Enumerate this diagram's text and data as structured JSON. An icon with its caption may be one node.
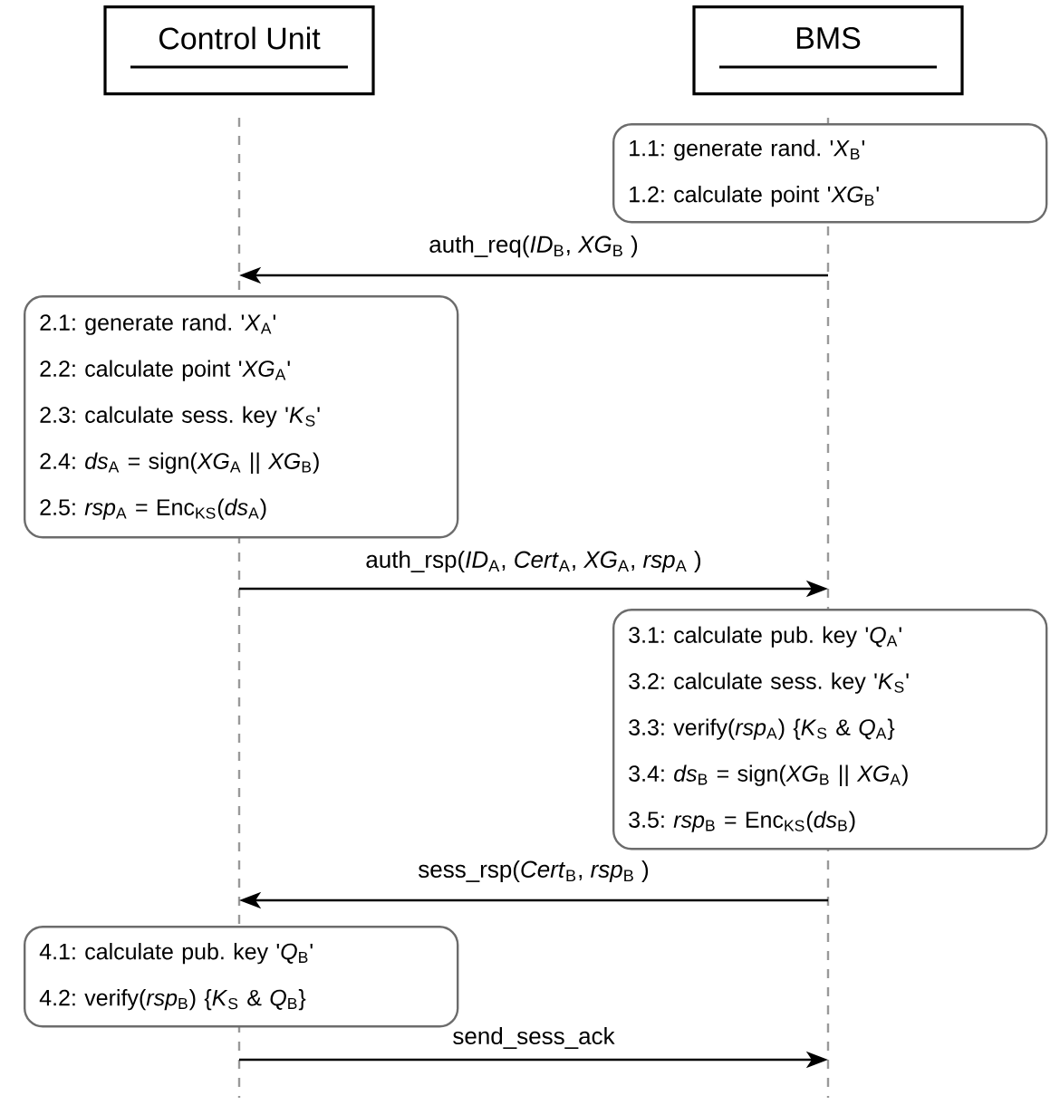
{
  "diagram": {
    "nodes": [
      {
        "text": [
          "Control Unit"
        ]
      },
      {
        "text": [
          "BMS"
        ]
      },
      {
        "text": [
          "1.1: generate rand. '*X*$_{B}$'",
          "1.2: calculate point '*XG*$_{B}$'"
        ]
      },
      {
        "text": [
          "2.1: generate rand. '*X*$_{A}$'",
          "2.2: calculate point '*XG*$_{A}$'",
          "2.3: calculate sess. key '*K*$_{S}$'",
          "2.4: *ds*$_{A}$ = sign(*XG*$_{A}$ || *XG*$_{B}$)",
          "2.5: *rsp*$_{A}$ = Enc$_{KS}$(*ds*$_{A}$)"
        ]
      },
      {
        "text": [
          "3.1: calculate pub. key '*Q*$_{A}$'",
          "3.2: calculate sess. key '*K*$_{S}$'",
          "3.3: verify(*rsp*$_{A}$) {*K*$_{S}$ & *Q*$_{A}$}",
          "3.4: *ds*$_{B}$ = sign(*XG*$_{B}$ || *XG*$_{A}$)",
          "3.5: *rsp*$_{B}$ = Enc$_{KS}$(*ds*$_{B}$)"
        ]
      },
      {
        "text": [
          "4.1: calculate pub. key '*Q*$_{B}$'",
          "4.2: verify(*rsp*$_{B}$) {*K*$_{S}$ & *Q*$_{B}$}"
        ]
      }
    ],
    "edges": [
      {
        "from": 1,
        "to": 0,
        "arrow": "to",
        "label": "auth_req(*ID*$_{B}$, *XG*$_{B}$ )"
      },
      {
        "from": 0,
        "to": 1,
        "arrow": "to",
        "label": "auth_rsp(*ID*$_{A}$, *Cert*$_{A}$, *XG*$_{A}$, *rsp*$_{A}$ )"
      },
      {
        "from": 1,
        "to": 0,
        "arrow": "to",
        "label": "sess_rsp(*Cert*$_{B}$, *rsp*$_{B}$ )"
      },
      {
        "from": 0,
        "to": 1,
        "arrow": "to",
        "label": "send_sess_ack"
      }
    ]
  }
}
